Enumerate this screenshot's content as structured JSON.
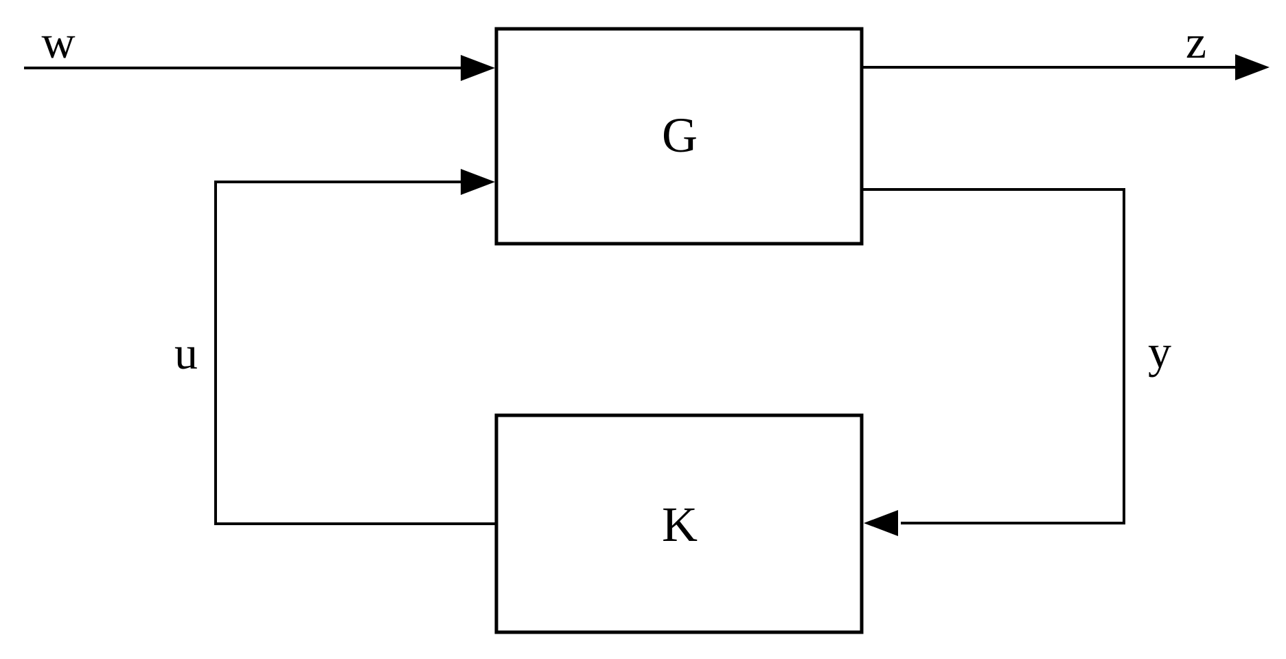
{
  "colors": {
    "line": "#000000",
    "background": "#ffffff"
  },
  "diagram": {
    "type": "block-diagram",
    "blocks": [
      {
        "id": "G",
        "label": "G"
      },
      {
        "id": "K",
        "label": "K"
      }
    ],
    "signals": [
      {
        "id": "w",
        "label": "w",
        "from": "external",
        "to": "G"
      },
      {
        "id": "z",
        "label": "z",
        "from": "G",
        "to": "external"
      },
      {
        "id": "y",
        "label": "y",
        "from": "G",
        "to": "K"
      },
      {
        "id": "u",
        "label": "u",
        "from": "K",
        "to": "G"
      }
    ]
  }
}
